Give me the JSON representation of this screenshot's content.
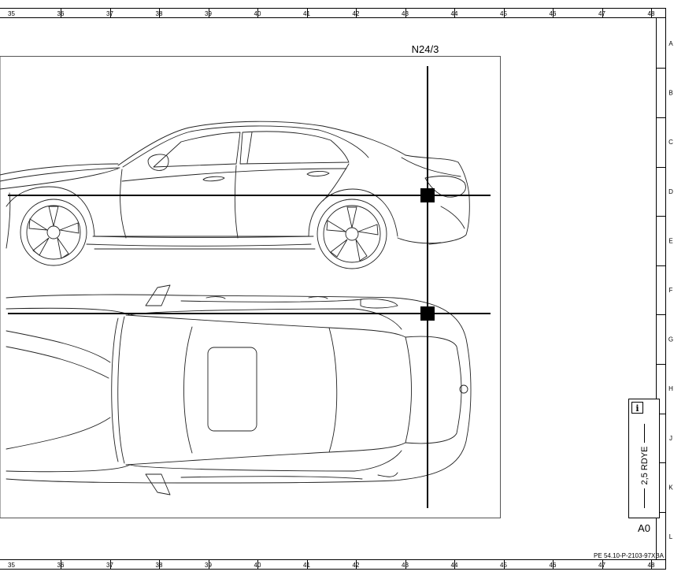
{
  "grid": {
    "columns": [
      "35",
      "36",
      "37",
      "38",
      "39",
      "40",
      "41",
      "42",
      "43",
      "44",
      "45",
      "46",
      "47",
      "48"
    ],
    "rows": [
      "A",
      "B",
      "C",
      "D",
      "E",
      "F",
      "G",
      "H",
      "J",
      "K",
      "L"
    ]
  },
  "component": {
    "label": "N24/3"
  },
  "info_box": {
    "icon": "info-icon",
    "glyph": "i",
    "text": "2,5 RDYE"
  },
  "sheet": {
    "label": "A0"
  },
  "document": {
    "ref": "PE 54.10-P-2103-97XBA"
  }
}
